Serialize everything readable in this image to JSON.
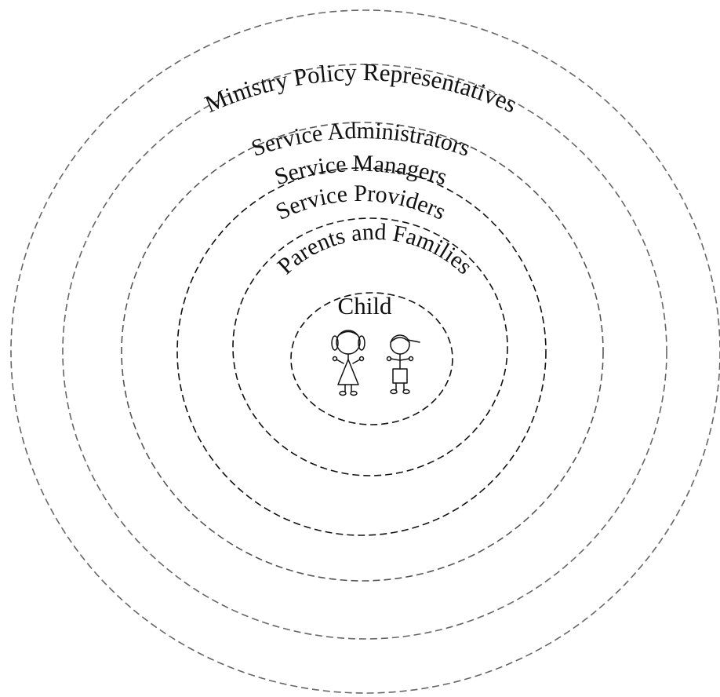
{
  "diagram": {
    "rings": [
      {
        "label": "Child"
      },
      {
        "label": "Parents and Families"
      },
      {
        "label": "Service Providers"
      },
      {
        "label": "Service Managers"
      },
      {
        "label": "Service Administrators"
      },
      {
        "label": "Ministry Policy Representatives"
      }
    ],
    "figures": [
      "girl-figure-icon",
      "boy-figure-icon"
    ],
    "colors": {
      "inner_stroke": "#111111",
      "outer_stroke": "#666666",
      "text": "#111111"
    }
  }
}
